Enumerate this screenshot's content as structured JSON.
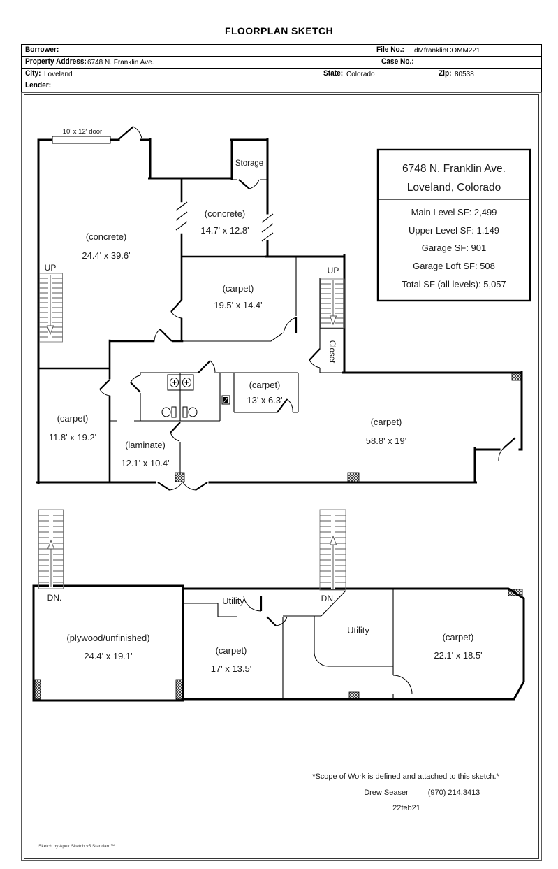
{
  "page": {
    "title": "FLOORPLAN SKETCH"
  },
  "header": {
    "borrower_label": "Borrower:",
    "file_no_label": "File No.:",
    "file_no_value": "dMfranklinCOMM221",
    "property_address_label": "Property Address:",
    "property_address_value": "6748 N. Franklin Ave.",
    "case_no_label": "Case No.:",
    "city_label": "City:",
    "city_value": "Loveland",
    "state_label": "State:",
    "state_value": "Colorado",
    "zip_label": "Zip:",
    "zip_value": "80538",
    "lender_label": "Lender:"
  },
  "info_box": {
    "address_line1": "6748 N. Franklin Ave.",
    "address_line2": "Loveland, Colorado",
    "items": [
      "Main Level SF: 2,499",
      "Upper Level SF: 1,149",
      "Garage SF: 901",
      "Garage Loft SF: 508",
      "Total SF (all levels): 5,057"
    ]
  },
  "plan": {
    "garage_door_label": "10' x 12' door",
    "labels": {
      "storage": "Storage",
      "closet": "Closet",
      "utility_1": "Utility",
      "utility_2": "Utility",
      "up_1": "UP",
      "up_2": "UP",
      "down_1": "DN.",
      "down_2": "DN."
    },
    "rooms": [
      {
        "surface": "(concrete)",
        "dims": "24.4' x 39.6'"
      },
      {
        "surface": "(concrete)",
        "dims": "14.7' x 12.8'"
      },
      {
        "surface": "(carpet)",
        "dims": "19.5' x 14.4'"
      },
      {
        "surface": "(carpet)",
        "dims": "13' x 6.3'"
      },
      {
        "surface": "(carpet)",
        "dims": "11.8' x 19.2'"
      },
      {
        "surface": "(laminate)",
        "dims": "12.1' x 10.4'"
      },
      {
        "surface": "(carpet)",
        "dims": "58.8' x 19'"
      },
      {
        "surface": "(plywood/unfinished)",
        "dims": "24.4' x 19.1'"
      },
      {
        "surface": "(carpet)",
        "dims": "17' x 13.5'"
      },
      {
        "surface": "(carpet)",
        "dims": "22.1' x 18.5'"
      }
    ]
  },
  "footer": {
    "scope_note": "*Scope of Work is defined and attached to this sketch.*",
    "contact_name": "Drew Seaser",
    "contact_phone": "(970) 214.3413",
    "date": "22feb21",
    "app_credit": "Sketch by Apex Sketch v5 Standard™"
  }
}
